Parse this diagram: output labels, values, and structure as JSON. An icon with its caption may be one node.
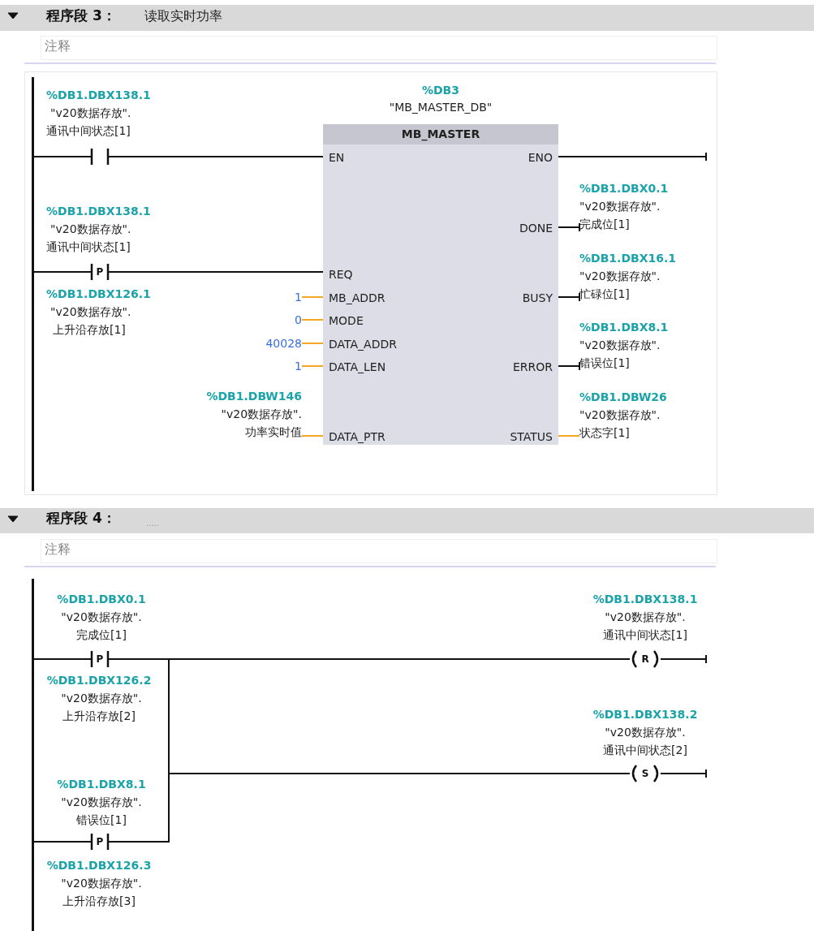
{
  "diagram": {
    "nodes": [
      {
        "text": [],
        "shape": "bar"
      },
      {
        "text": [],
        "shape": "contact",
        "beside": [
          "%DB1.DBX138.1",
          "\"v20数据存放\".",
          "通讯中间状态[1]"
        ]
      },
      {
        "text": [
          "P"
        ],
        "beside": [
          "%DB1.DBX138.1",
          "\"v20数据存放\".",
          "通讯中间状态[1]",
          "%DB1.DBX126.1",
          "\"v20数据存放\".",
          "上升沿存放[1]"
        ]
      },
      {
        "text": [
          "%DB3",
          "\"MB_MASTER_DB\"",
          "MB_MASTER",
          "EN",
          "ENO",
          "DONE",
          "REQ",
          "MB_ADDR",
          "BUSY",
          "MODE",
          "DATA_ADDR",
          "DATA_LEN",
          "ERROR",
          "DATA_PTR",
          "STATUS"
        ]
      },
      {
        "text": [
          "1"
        ]
      },
      {
        "text": [
          "0"
        ]
      },
      {
        "text": [
          "40028"
        ]
      },
      {
        "text": [
          "1"
        ]
      },
      {
        "text": [
          "%DB1.DBW146",
          "\"v20数据存放\".",
          "功率实时值"
        ]
      },
      {
        "text": [
          "%DB1.DBX0.1",
          "\"v20数据存放\".",
          "完成位[1]"
        ]
      },
      {
        "text": [
          "%DB1.DBX16.1",
          "\"v20数据存放\".",
          "忙碌位[1]"
        ]
      },
      {
        "text": [
          "%DB1.DBX8.1",
          "\"v20数据存放\".",
          "错误位[1]"
        ]
      },
      {
        "text": [
          "%DB1.DBW26",
          "\"v20数据存放\".",
          "状态字[1]"
        ]
      },
      {
        "text": [],
        "shape": "bar"
      },
      {
        "text": [
          "P"
        ],
        "beside": [
          "%DB1.DBX0.1",
          "\"v20数据存放\".",
          "完成位[1]",
          "%DB1.DBX126.2",
          "\"v20数据存放\".",
          "上升沿存放[2]"
        ]
      },
      {
        "text": [
          "P"
        ],
        "beside": [
          "%DB1.DBX8.1",
          "\"v20数据存放\".",
          "错误位[1]",
          "%DB1.DBX126.3",
          "\"v20数据存放\".",
          "上升沿存放[3]"
        ]
      },
      {
        "text": [
          "R"
        ],
        "beside": [
          "%DB1.DBX138.1",
          "\"v20数据存放\".",
          "通讯中间状态[1]"
        ]
      },
      {
        "text": [
          "S"
        ],
        "beside": [
          "%DB1.DBX138.2",
          "\"v20数据存放\".",
          "通讯中间状态[2]"
        ]
      }
    ],
    "edges": [
      {
        "from": 0,
        "to": 1,
        "arrow": "none"
      },
      {
        "from": 1,
        "to": 3,
        "arrow": "none"
      },
      {
        "from": 0,
        "to": 2,
        "arrow": "none"
      },
      {
        "from": 2,
        "to": 3,
        "arrow": "none"
      },
      {
        "from": 3,
        "to": null,
        "arrow": "other"
      },
      {
        "from": 3,
        "to": 9,
        "arrow": "other"
      },
      {
        "from": 3,
        "to": 10,
        "arrow": "other"
      },
      {
        "from": 3,
        "to": 11,
        "arrow": "other"
      },
      {
        "from": 3,
        "to": 12,
        "arrow": "none",
        "color": "#f5a623"
      },
      {
        "from": 4,
        "to": 3,
        "arrow": "none",
        "color": "#f5a623"
      },
      {
        "from": 5,
        "to": 3,
        "arrow": "none",
        "color": "#f5a623"
      },
      {
        "from": 6,
        "to": 3,
        "arrow": "none",
        "color": "#f5a623"
      },
      {
        "from": 7,
        "to": 3,
        "arrow": "none",
        "color": "#f5a623"
      },
      {
        "from": 8,
        "to": 3,
        "arrow": "none",
        "color": "#f5a623"
      },
      {
        "from": 13,
        "to": 14,
        "arrow": "none"
      },
      {
        "from": 13,
        "to": 15,
        "arrow": "none"
      },
      {
        "from": 14,
        "to": 16,
        "arrow": "none"
      },
      {
        "from": 14,
        "to": 17,
        "arrow": "none"
      },
      {
        "from": 15,
        "to": 16,
        "arrow": "none"
      },
      {
        "from": 15,
        "to": 17,
        "arrow": "none"
      },
      {
        "from": 16,
        "to": null,
        "arrow": "other"
      },
      {
        "from": 17,
        "to": null,
        "arrow": "other"
      }
    ],
    "labels": [
      "程序段 3：",
      "读取实时功率",
      "注释",
      "程序段 4：",
      ".....",
      "注释"
    ]
  }
}
